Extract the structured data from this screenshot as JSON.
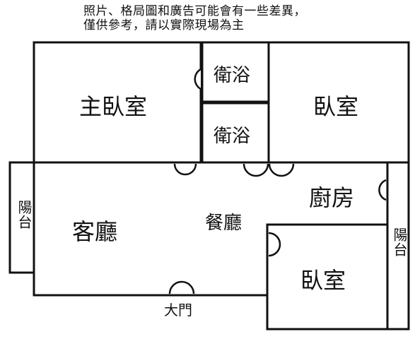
{
  "disclaimer": {
    "line1": "照片、格局圖和廣告可能會有一些差異，",
    "line2": "僅供參考，請以實際現場為主"
  },
  "rooms": {
    "master_bedroom": "主臥室",
    "bathroom_1": "衛浴",
    "bathroom_2": "衛浴",
    "bedroom_top_right": "臥室",
    "living_room": "客廳",
    "dining_room": "餐廳",
    "kitchen": "廚房",
    "bedroom_bottom_right": "臥室",
    "balcony_left": "陽台",
    "balcony_right": "陽台",
    "main_door": "大門"
  },
  "colors": {
    "wall": "#111111",
    "background": "#ffffff"
  }
}
